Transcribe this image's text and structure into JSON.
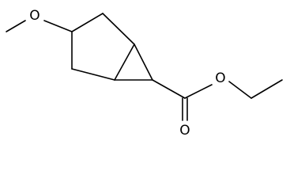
{
  "molecule": {
    "description": "",
    "bond_color": "#000000",
    "background_color": "#ffffff",
    "atoms": {
      "methoxy_oxygen": {
        "label": "O"
      },
      "ester_ether_oxygen": {
        "label": "O"
      },
      "carbonyl_oxygen": {
        "label": "O"
      }
    }
  }
}
